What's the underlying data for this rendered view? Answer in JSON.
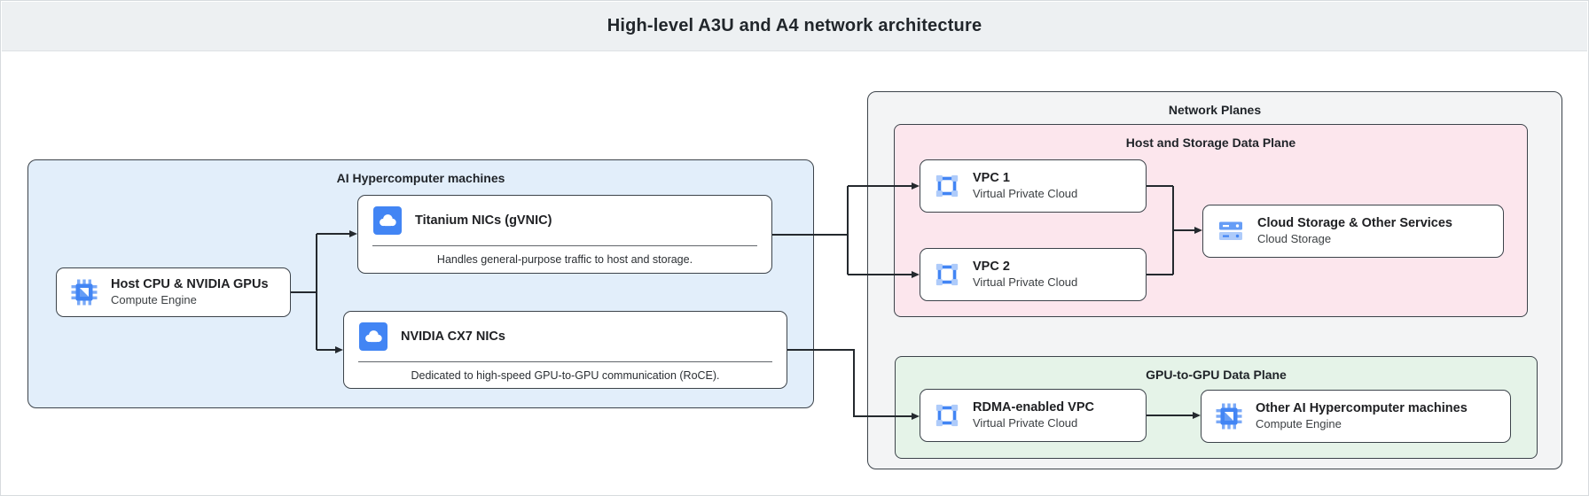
{
  "header": {
    "title": "High-level A3U and A4 network architecture"
  },
  "groups": {
    "ai_machines": {
      "label": "AI Hypercomputer machines"
    },
    "network_planes": {
      "label": "Network Planes"
    },
    "host_storage_plane": {
      "label": "Host and Storage Data Plane"
    },
    "gpu_plane": {
      "label": "GPU-to-GPU Data Plane"
    }
  },
  "nodes": {
    "host_cpu": {
      "title": "Host CPU & NVIDIA GPUs",
      "subtitle": "Compute Engine",
      "icon": "compute-engine-icon"
    },
    "titanium_nic": {
      "title": "Titanium NICs (gVNIC)",
      "caption": "Handles general-purpose traffic to host and storage.",
      "icon": "cloud-icon"
    },
    "cx7_nic": {
      "title": "NVIDIA CX7 NICs",
      "caption": "Dedicated to high-speed GPU-to-GPU communication (RoCE).",
      "icon": "cloud-icon"
    },
    "vpc1": {
      "title": "VPC 1",
      "subtitle": "Virtual Private Cloud",
      "icon": "vpc-icon"
    },
    "vpc2": {
      "title": "VPC 2",
      "subtitle": "Virtual Private Cloud",
      "icon": "vpc-icon"
    },
    "cloud_storage": {
      "title": "Cloud Storage & Other Services",
      "subtitle": "Cloud Storage",
      "icon": "cloud-storage-icon"
    },
    "rdma_vpc": {
      "title": "RDMA-enabled VPC",
      "subtitle": "Virtual Private Cloud",
      "icon": "vpc-icon"
    },
    "other_ai": {
      "title": "Other AI Hypercomputer machines",
      "subtitle": "Compute Engine",
      "icon": "compute-engine-icon"
    }
  },
  "connections": [
    {
      "from": "host_cpu",
      "to": "titanium_nic"
    },
    {
      "from": "host_cpu",
      "to": "cx7_nic"
    },
    {
      "from": "titanium_nic",
      "to": "vpc1"
    },
    {
      "from": "titanium_nic",
      "to": "vpc2"
    },
    {
      "from": "vpc1",
      "to": "cloud_storage"
    },
    {
      "from": "vpc2",
      "to": "cloud_storage"
    },
    {
      "from": "cx7_nic",
      "to": "rdma_vpc"
    },
    {
      "from": "rdma_vpc",
      "to": "other_ai"
    }
  ],
  "colors": {
    "header_bg": "#edf0f2",
    "ai_machines_fill": "#e2eefa",
    "network_planes_fill": "#f3f4f5",
    "host_storage_fill": "#fce6ed",
    "gpu_plane_fill": "#e5f3e8",
    "border_dark": "#3c434a",
    "wire": "#24292e",
    "google_blue": "#4285f4",
    "google_blue_light": "#aecbfa",
    "google_blue_mid": "#669df6",
    "text_primary": "#202124",
    "text_secondary": "#3c4043"
  }
}
